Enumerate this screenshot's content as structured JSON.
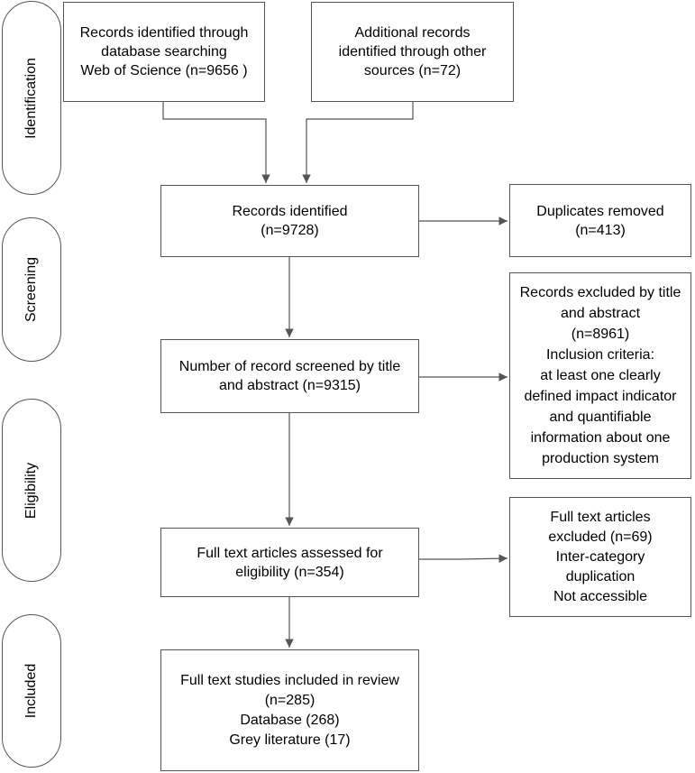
{
  "phases": [
    {
      "id": "identification",
      "label": "Identification"
    },
    {
      "id": "screening",
      "label": "Screening"
    },
    {
      "id": "eligibility",
      "label": "Eligibility"
    },
    {
      "id": "included",
      "label": "Included"
    }
  ],
  "boxes": {
    "database_search": {
      "lines": [
        "Records identified through",
        "database searching",
        "Web of Science (n=9656  )"
      ]
    },
    "other_sources": {
      "lines": [
        "Additional records",
        "identified through other",
        "sources (n=72)"
      ]
    },
    "records_identified": {
      "lines": [
        "Records identified",
        "(n=9728)"
      ]
    },
    "duplicates_removed": {
      "lines": [
        "Duplicates removed",
        "(n=413)"
      ]
    },
    "screened": {
      "lines": [
        "Number of record screened by title",
        "and abstract (n=9315)"
      ]
    },
    "excluded_title_abstract": {
      "lines": [
        "Records excluded by title",
        "and abstract",
        "(n=8961)",
        "Inclusion criteria:",
        "at least one clearly",
        "defined impact indicator",
        "and  quantifiable",
        "information about one",
        "production system"
      ]
    },
    "full_text_assessed": {
      "lines": [
        "Full text articles assessed for",
        "eligibility (n=354)"
      ]
    },
    "full_text_excluded": {
      "lines": [
        "Full text articles",
        "excluded  (n=69)",
        "Inter-category",
        "duplication",
        "Not accessible"
      ]
    },
    "included_studies": {
      "lines": [
        "Full text studies included in review",
        "(n=285)",
        "Database (268)",
        "Grey literature (17)"
      ]
    }
  }
}
